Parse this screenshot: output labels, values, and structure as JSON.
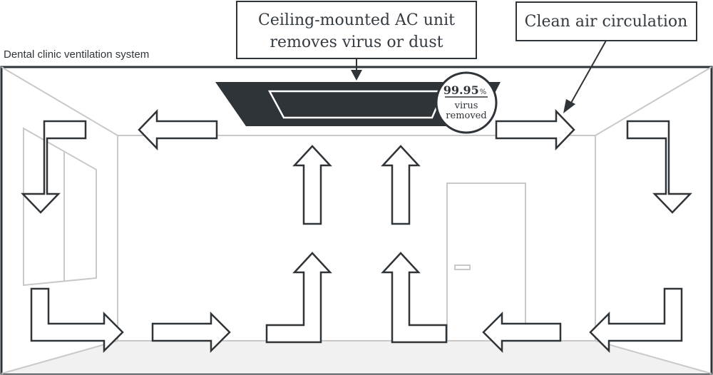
{
  "title": "Dental clinic ventilation system",
  "callouts": {
    "ac_unit": {
      "line1": "Ceiling-mounted AC unit",
      "line2": "removes virus or dust"
    },
    "circulation": {
      "text": "Clean air circulation"
    }
  },
  "badge": {
    "value": "99.95",
    "unit": "%",
    "line1": "virus",
    "line2": "removed"
  },
  "colors": {
    "outline": "#2f3439",
    "ac_unit_fill": "#2f3439",
    "room_lines": "#c9c9c9",
    "floor": "#f1f1f1",
    "arrow_fill": "#ffffff"
  },
  "icons": [
    "air-flow-arrow-icon",
    "ac-unit-icon"
  ]
}
